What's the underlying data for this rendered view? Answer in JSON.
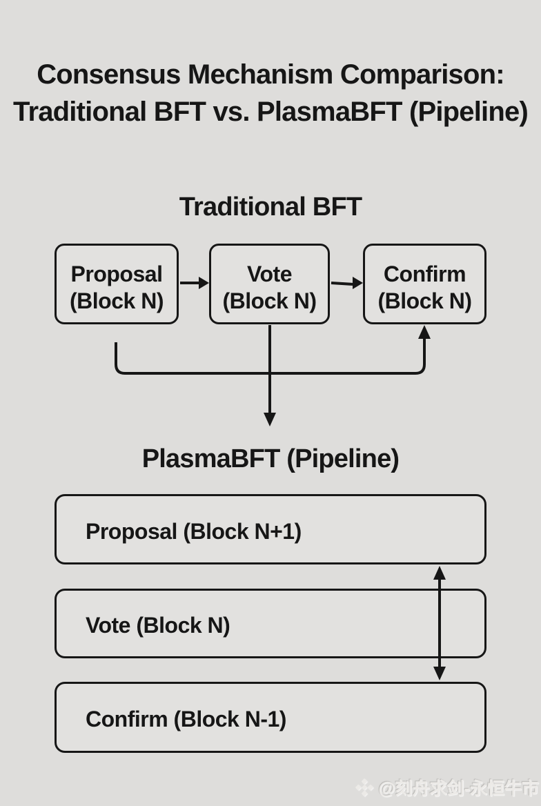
{
  "colors": {
    "background": "#dedddb",
    "ink": "#161616",
    "box_fill": "#e2e1df",
    "watermark": "#eceae7"
  },
  "title": {
    "line1": "Consensus Mechanism Comparison:",
    "line2": "Traditional BFT vs. PlasmaBFT (Pipeline)"
  },
  "traditional": {
    "heading": "Traditional BFT",
    "boxes": [
      {
        "label": "Proposal",
        "sub": "(Block N)"
      },
      {
        "label": "Vote",
        "sub": "(Block N)"
      },
      {
        "label": "Confirm",
        "sub": "(Block N)"
      }
    ],
    "connections": [
      "Proposal (Block N) -> Vote (Block N)",
      "Vote (Block N) -> Confirm (Block N)",
      "loop from below Proposal back up into Confirm",
      "downward arrow from Vote toward PlasmaBFT section"
    ]
  },
  "plasma": {
    "heading": "PlasmaBFT (Pipeline)",
    "boxes": [
      {
        "label": "Proposal (Block N+1)"
      },
      {
        "label": "Vote (Block N)"
      },
      {
        "label": "Confirm (Block N-1)"
      }
    ],
    "connections": [
      "double-headed vertical arrow linking Proposal (Block N+1) and Confirm (Block N-1) across Vote (Block N)"
    ]
  },
  "watermark": {
    "icon": "binance-diamond",
    "text": "@刻舟求剑-永恒牛市"
  }
}
